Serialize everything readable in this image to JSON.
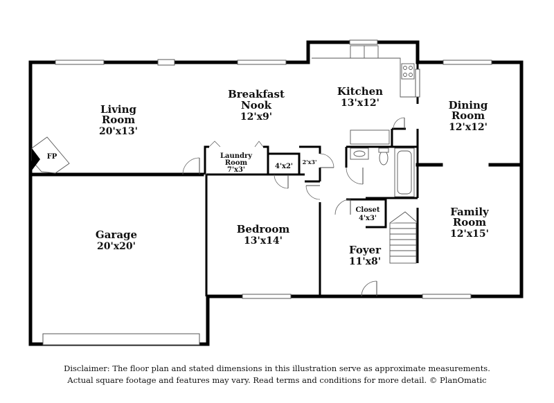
{
  "rooms": {
    "living": {
      "name_line1": "Living",
      "name_line2": "Room",
      "dims": "20'x13'"
    },
    "breakfast": {
      "name_line1": "Breakfast",
      "name_line2": "Nook",
      "dims": "12'x9'"
    },
    "kitchen": {
      "name": "Kitchen",
      "dims": "13'x12'"
    },
    "dining": {
      "name_line1": "Dining",
      "name_line2": "Room",
      "dims": "12'x12'"
    },
    "laundry": {
      "name_line1": "Laundry",
      "name_line2": "Room",
      "dims": "7'x3'"
    },
    "closet_4x2": {
      "dims": "4'x2'"
    },
    "closet_2x3": {
      "dims": "2'x3'"
    },
    "closet": {
      "name": "Closet",
      "dims": "4'x3'"
    },
    "garage": {
      "name": "Garage",
      "dims": "20'x20'"
    },
    "bedroom": {
      "name": "Bedroom",
      "dims": "13'x14'"
    },
    "foyer": {
      "name": "Foyer",
      "dims": "11'x8'"
    },
    "family": {
      "name_line1": "Family",
      "name_line2": "Room",
      "dims": "12'x15'"
    },
    "fireplace": {
      "label": "FP"
    }
  },
  "disclaimer": {
    "line1": "Disclaimer: The floor plan and stated dimensions in this illustration serve as approximate measurements.",
    "line2": "Actual square footage and features may vary. Read terms and conditions for more detail. © PlanOmatic"
  }
}
